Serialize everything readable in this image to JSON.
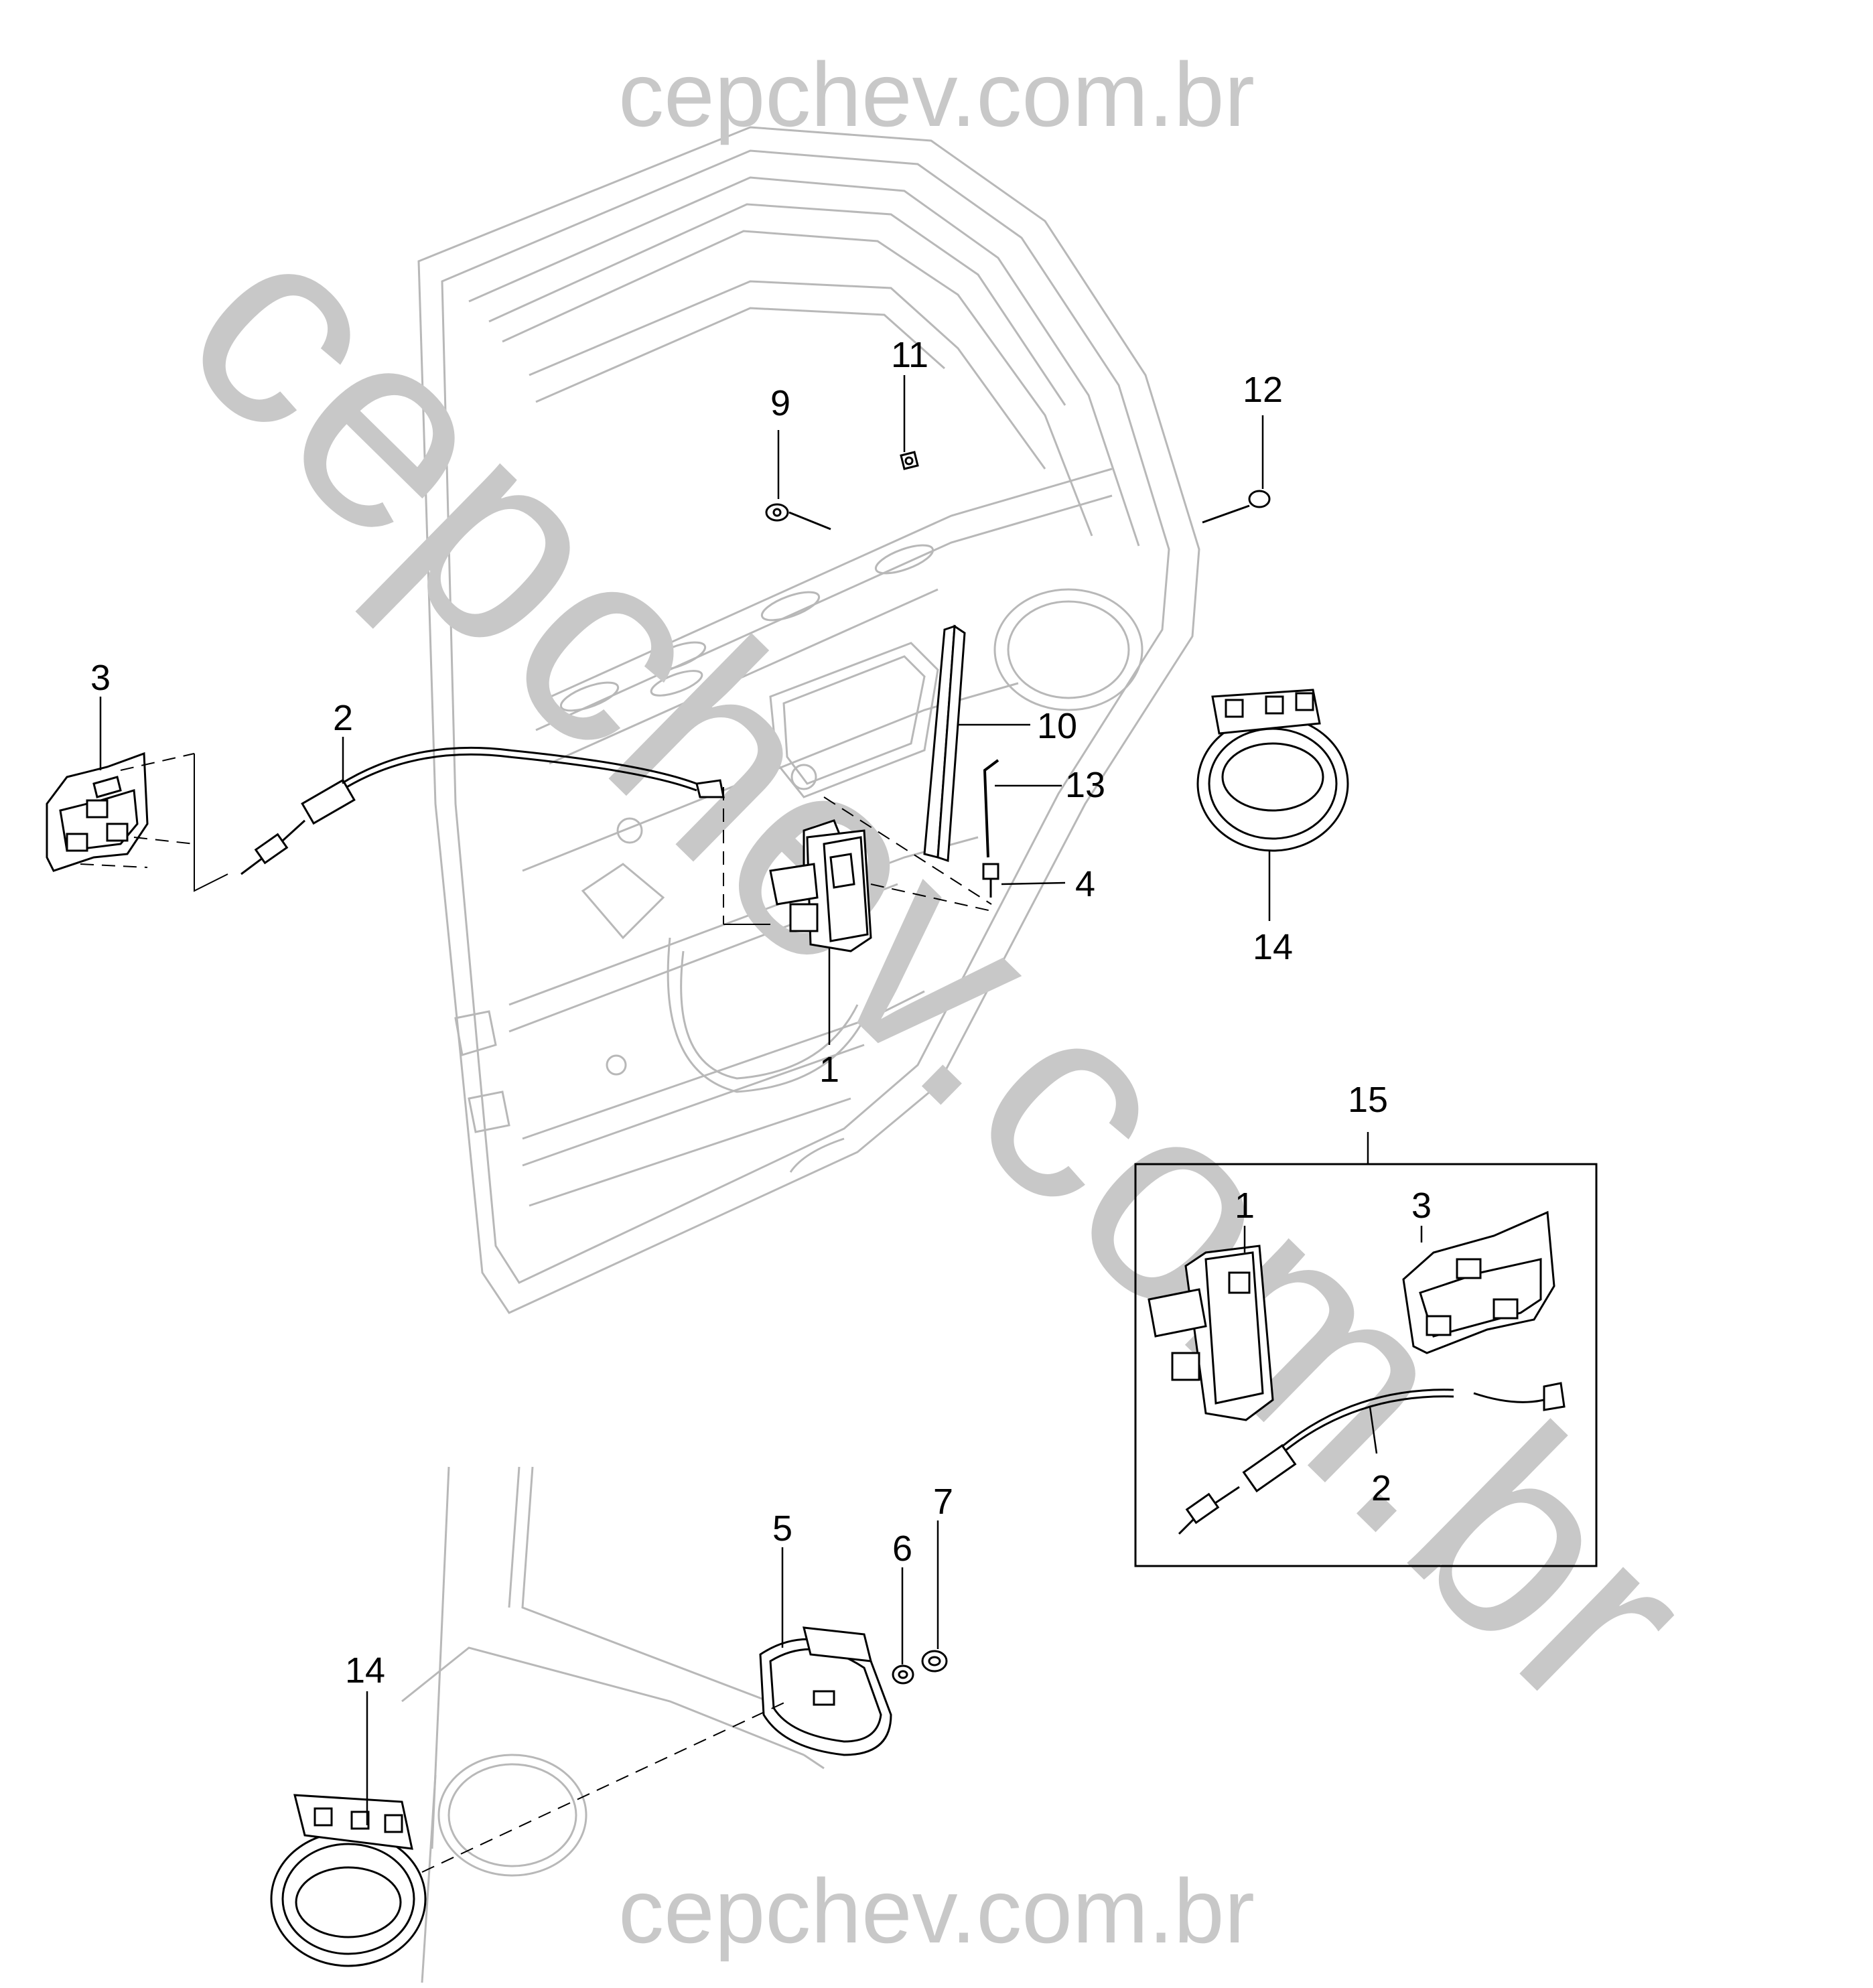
{
  "watermark": {
    "top": "cepchev.com.br",
    "bottom": "cepchev.com.br",
    "diagonal": "cepchev.com.br"
  },
  "callouts": {
    "c1": "1",
    "c2": "2",
    "c3": "3",
    "c4": "4",
    "c5": "5",
    "c6": "6",
    "c7": "7",
    "c9": "9",
    "c10": "10",
    "c11": "11",
    "c12": "12",
    "c13": "13",
    "c14a": "14",
    "c14b": "14",
    "c15": "15",
    "kit1": "1",
    "kit2": "2",
    "kit3": "3"
  }
}
